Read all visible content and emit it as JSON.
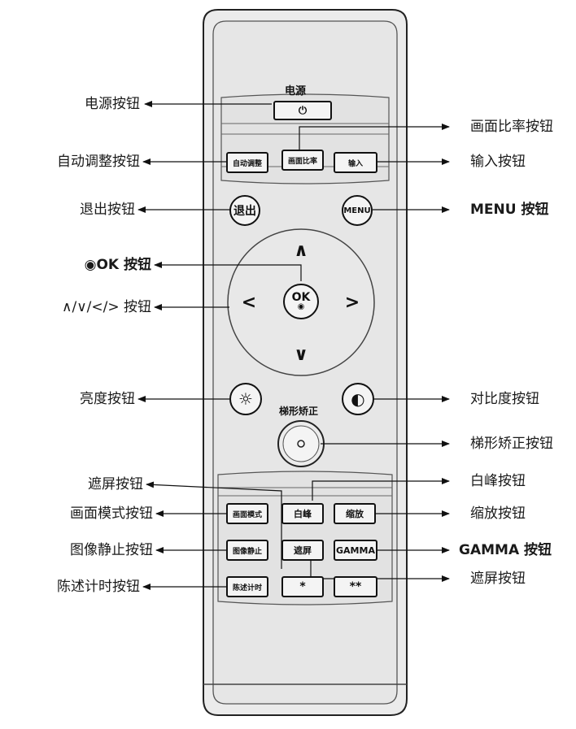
{
  "remote": {
    "top_caption": "电源",
    "keystone_caption": "梯形矫正",
    "buttons": {
      "power": "⏻",
      "auto_adjust": "自动调整",
      "aspect_ratio": "画面比率",
      "input": "输入",
      "exit": "退出",
      "menu": "MENU",
      "ok": "OK",
      "up": "∧",
      "down": "∨",
      "left": "<",
      "right": ">",
      "picture_mode": "画面模式",
      "white_peak": "白峰",
      "zoom": "缩放",
      "freeze": "图像静止",
      "blank": "遮屏",
      "gamma": "GAMMA",
      "presentation_timer": "陈述计时",
      "star": "*",
      "double_star": "**"
    }
  },
  "callouts": {
    "power": "电源按钮",
    "aspect_ratio": "画面比率按钮",
    "auto_adjust": "自动调整按钮",
    "input": "输入按钮",
    "exit": "退出按钮",
    "menu": "MENU 按钮",
    "ok": "◉OK 按钮",
    "arrows": "∧/∨/</> 按钮",
    "brightness": "亮度按钮",
    "contrast": "对比度按钮",
    "keystone": "梯形矫正按钮",
    "blank_left": "遮屏按钮",
    "white_peak": "白峰按钮",
    "picture_mode": "画面模式按钮",
    "zoom": "缩放按钮",
    "freeze": "图像静止按钮",
    "gamma": "GAMMA 按钮",
    "presentation_timer": "陈述计时按钮",
    "blank_right": "遮屏按钮"
  }
}
